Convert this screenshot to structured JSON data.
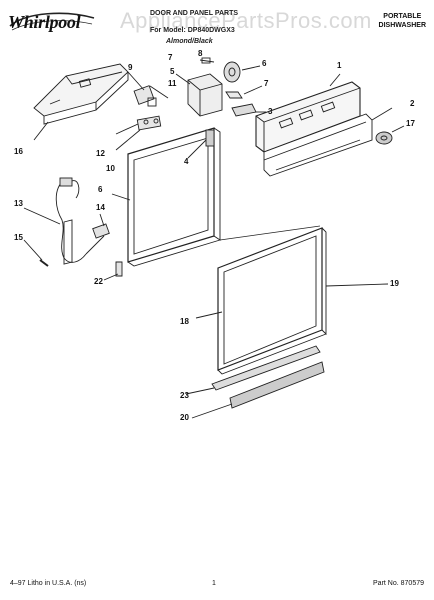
{
  "header": {
    "brand": "Whirlpool",
    "watermark": "AppliancePartsPros.com",
    "title_line1": "DOOR AND PANEL PARTS",
    "title_line2": "For Model: DP840DWGX3",
    "title_line3": "Almond/Black",
    "product_type_line1": "PORTABLE",
    "product_type_line2": "DISHWASHER"
  },
  "callouts": {
    "c1": "1",
    "c2": "2",
    "c3": "3",
    "c4": "4",
    "c5": "5",
    "c6a": "6",
    "c6b": "6",
    "c7a": "7",
    "c7b": "7",
    "c8": "8",
    "c9": "9",
    "c10": "10",
    "c11": "11",
    "c12": "12",
    "c13": "13",
    "c14": "14",
    "c15": "15",
    "c16": "16",
    "c17": "17",
    "c18": "18",
    "c19": "19",
    "c20": "20",
    "c22": "22",
    "c23": "23"
  },
  "footer": {
    "litho": "4–97 Litho in U.S.A. (ns)",
    "page": "1",
    "part_no": "Part No. 870579"
  }
}
